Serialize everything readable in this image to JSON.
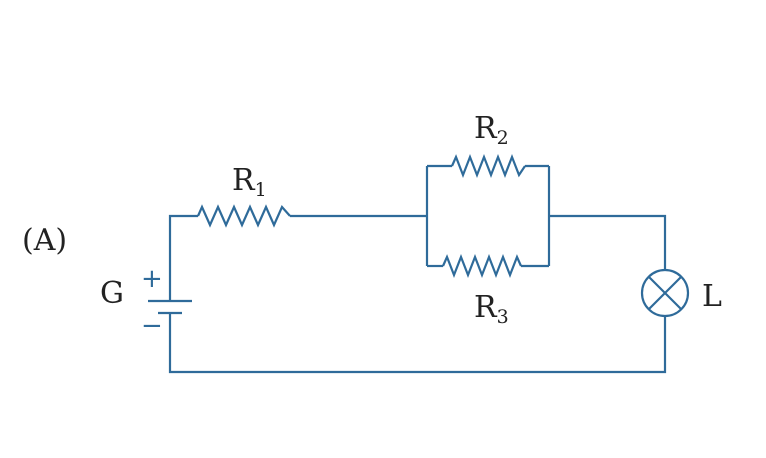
{
  "diagram": {
    "label": "(A)",
    "source_label": "G",
    "plus_sign": "+",
    "minus_sign": "−",
    "lamp_label": "L",
    "resistors": [
      {
        "letter": "R",
        "sub": "1"
      },
      {
        "letter": "R",
        "sub": "2"
      },
      {
        "letter": "R",
        "sub": "3"
      }
    ],
    "colors": {
      "wire": "#2f6b9a",
      "text": "#222222",
      "background": "#ffffff"
    }
  }
}
